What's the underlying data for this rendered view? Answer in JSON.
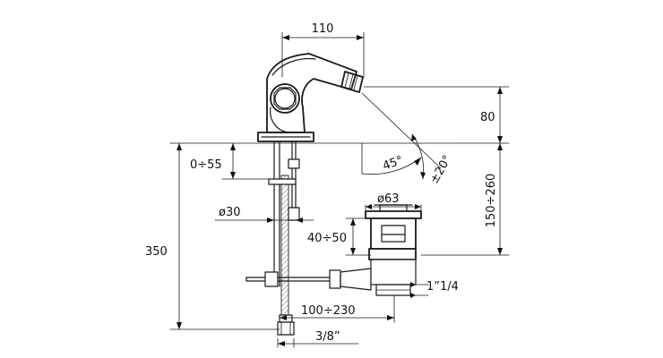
{
  "dimensions": {
    "top_width": "110",
    "spout_height": "80",
    "outlet_range": "150÷260",
    "total_height": "350",
    "lever_travel": "0÷55",
    "hole_diameter": "ø30",
    "waste_diameter": "ø63",
    "waste_depth": "40÷50",
    "waste_thread": "1”1/4",
    "rod_length": "100÷230",
    "connection": "3/8”",
    "swivel_angle": "45°",
    "tilt_angle": "±20°"
  }
}
